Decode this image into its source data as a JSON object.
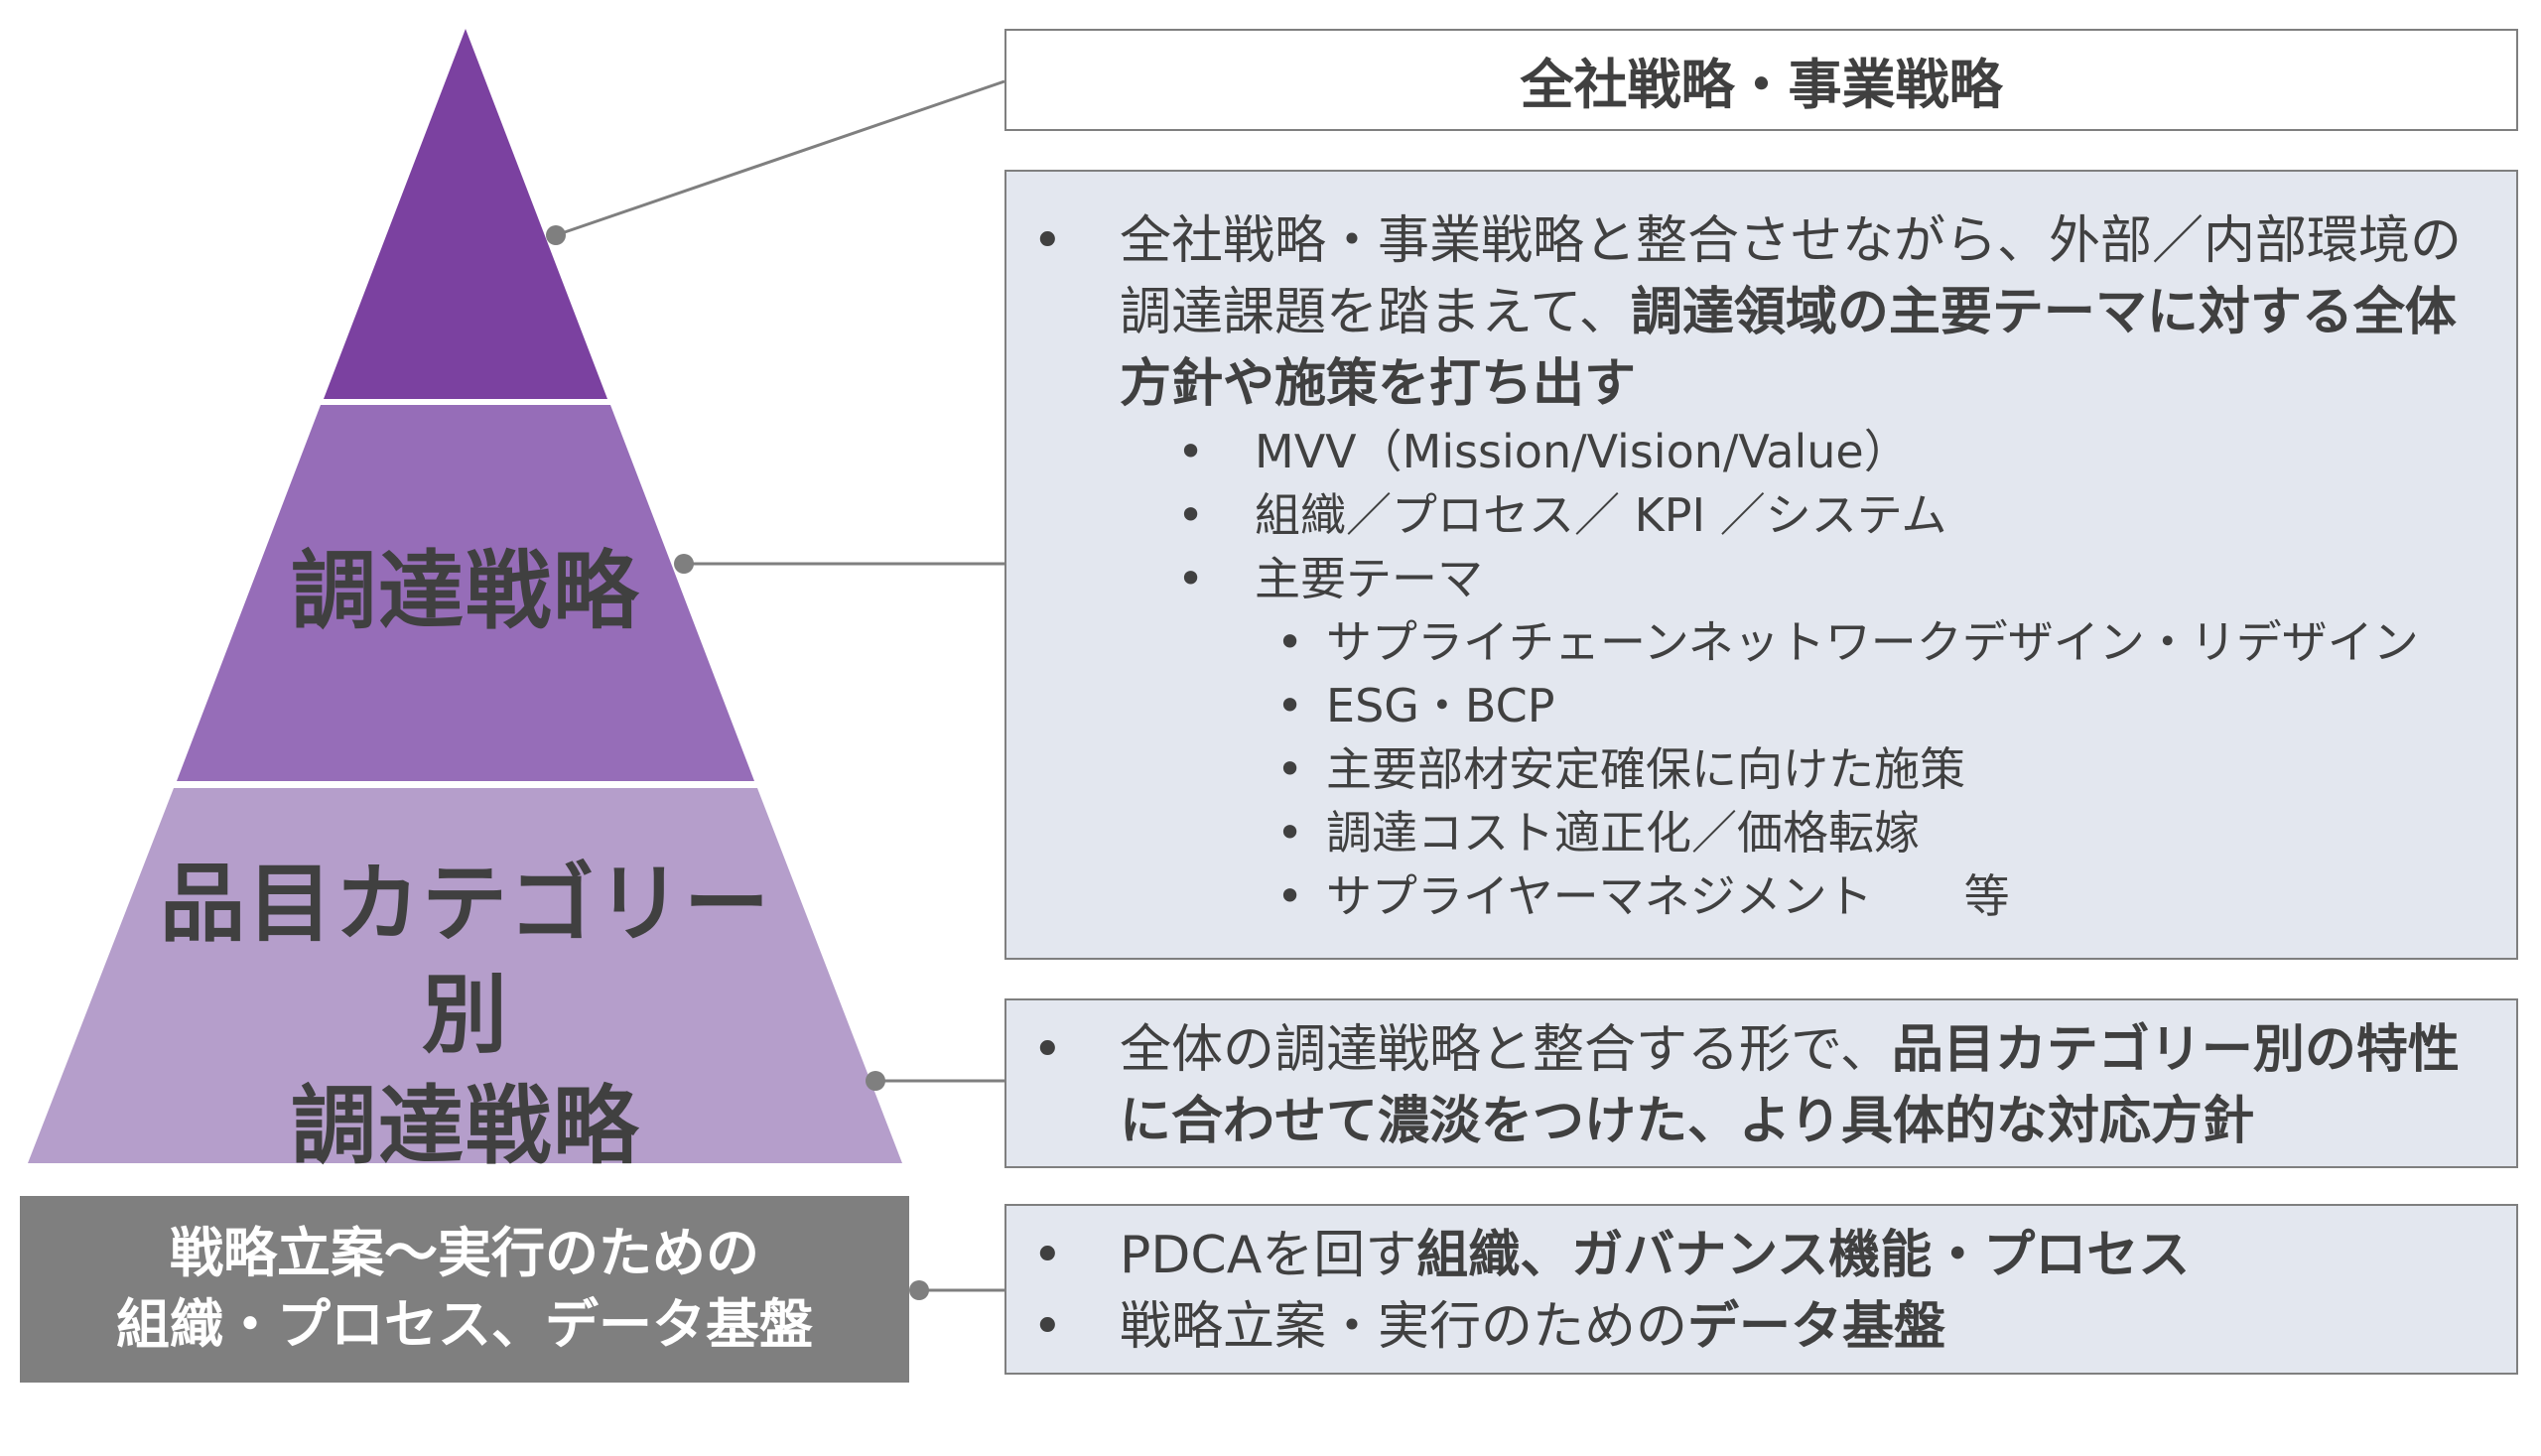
{
  "colors": {
    "top": "#7b41a0",
    "middle": "#966db8",
    "bottom": "#b59ecb",
    "foundation": "#7f7f7f",
    "box_fill": "#e3e7ef"
  },
  "pyramid": {
    "middle_label": "調達戦略",
    "bottom_label_line1": "品目カテゴリー別",
    "bottom_label_line2": "調達戦略",
    "foundation_line1": "戦略立案～実行のための",
    "foundation_line2": "組織・プロセス、データ基盤"
  },
  "boxes": {
    "title": "全社戦略・事業戦略",
    "strategy": {
      "bullet": "•",
      "main_1": "全社戦略・事業戦略と整合させながら、外部／内部環境の調達課題を踏まえて、",
      "main_bold": "調達領域の主要テーマに対する全体方針や施策を打ち出す",
      "sub_items": [
        "MVV（Mission/Vision/Value）",
        "組織／プロセス／ KPI ／システム",
        "主要テーマ"
      ],
      "themes": [
        "サプライチェーンネットワークデザイン・リデザイン",
        "ESG・BCP",
        "主要部材安定確保に向けた施策",
        "調達コスト適正化／価格転嫁",
        "サプライヤーマネジメント　　等"
      ]
    },
    "category": {
      "main_1": "全体の調達戦略と整合する形で、",
      "main_bold": "品目カテゴリー別の特性に合わせて濃淡をつけた、より具体的な対応方針"
    },
    "foundation": {
      "item1_plain": "PDCAを回す",
      "item1_bold": "組織、ガバナンス機能・プロセス",
      "item2_plain": "戦略立案・実行のための",
      "item2_bold": "データ基盤"
    }
  }
}
